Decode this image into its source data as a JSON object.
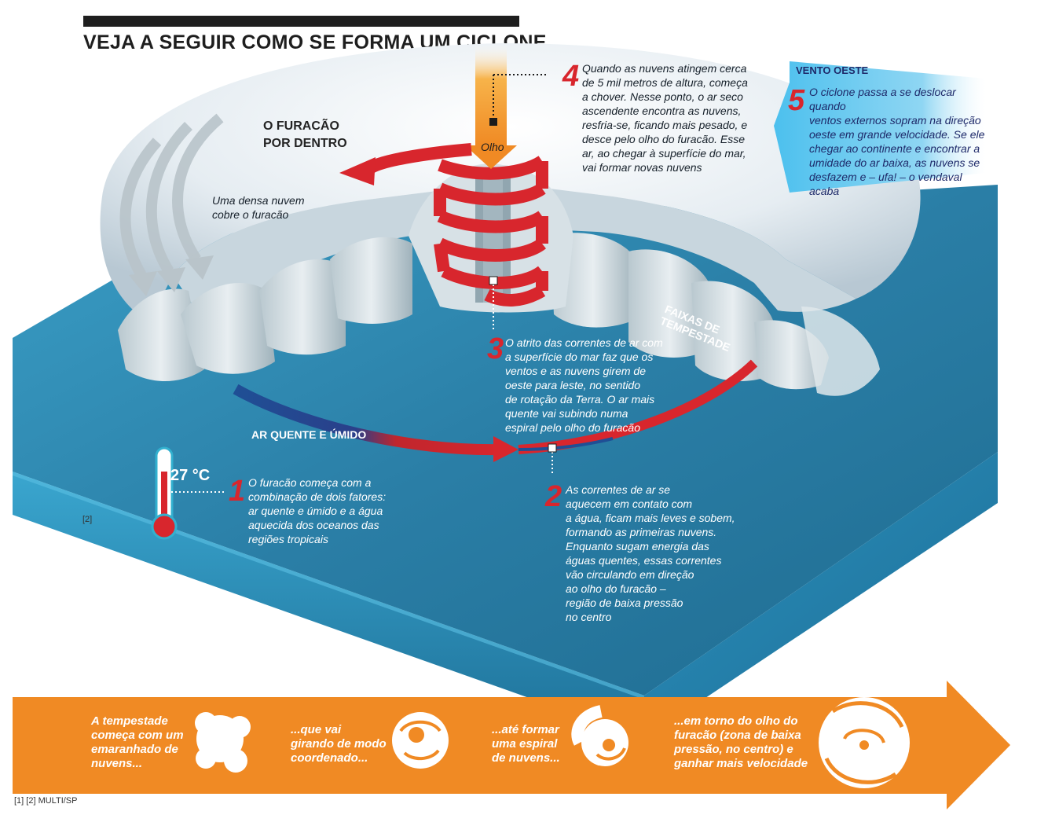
{
  "title": "VEJA A SEGUIR COMO SE FORMA UM CICLONE",
  "labels": {
    "inside": "O FURACÃO\nPOR DENTRO",
    "eye": "Olho",
    "cloud": "Uma densa nuvem\ncobre o furacão",
    "storm_bands": "FAIXAS DE\nTEMPESTADE",
    "warm_air": "AR QUENTE E ÚMIDO",
    "temperature": "27 °C",
    "west_wind": "VENTO OESTE"
  },
  "steps": [
    {
      "number": "1",
      "text": "O furacão começa com a\ncombinação de dois fatores:\nar quente e úmido e a água\naquecida dos oceanos das\nregiões tropicais"
    },
    {
      "number": "2",
      "text": "As correntes de ar se\naquecem em contato com\na água, ficam mais leves e sobem,\nformando as primeiras nuvens.\nEnquanto sugam energia das\náguas quentes, essas correntes\nvão circulando em direção\nao olho do furacão –\nregião de baixa pressão\nno centro"
    },
    {
      "number": "3",
      "text": "O atrito das correntes de ar com\na superfície do mar faz que os\nventos e as nuvens girem de\noeste para leste, no sentido\nde rotação da Terra. O ar mais\nquente vai subindo numa\nespiral pelo olho do furacão"
    },
    {
      "number": "4",
      "text": "Quando as nuvens atingem cerca\nde 5 mil metros de altura, começa\na chover. Nesse ponto, o ar seco\nascendente encontra as nuvens,\nresfria-se, ficando mais pesado, e\ndesce pelo olho do furacão. Esse\nar, ao chegar à superfície do mar,\nvai formar novas nuvens"
    },
    {
      "number": "5",
      "text": "O ciclone passa a se deslocar quando\nventos externos sopram na direção\noeste em grande velocidade. Se ele\nchegar ao continente e encontrar a\numidade do ar baixa, as nuvens se\ndesfazem e – ufa! – o vendaval acaba"
    }
  ],
  "timeline": [
    {
      "text": "A tempestade\ncomeça com um\nemaranhado de\nnuvens...",
      "icon": "cloud-cluster-icon"
    },
    {
      "text": "...que vai\ngirando de modo\ncoordenado...",
      "icon": "rotating-cloud-icon"
    },
    {
      "text": "...até formar\numa espiral\nde nuvens...",
      "icon": "spiral-cloud-icon"
    },
    {
      "text": "...em torno do olho do\nfuracão (zona de baixa\npressão, no centro) e\nganhar mais velocidade",
      "icon": "hurricane-eye-icon"
    }
  ],
  "credits": {
    "image_marker": "[2]",
    "footer": "[1] [2] MULTI/SP"
  },
  "colors": {
    "red": "#d8262d",
    "orange": "#f08a24",
    "ocean": "#2a7ea6",
    "wind_blue": "#3fb4e6"
  }
}
